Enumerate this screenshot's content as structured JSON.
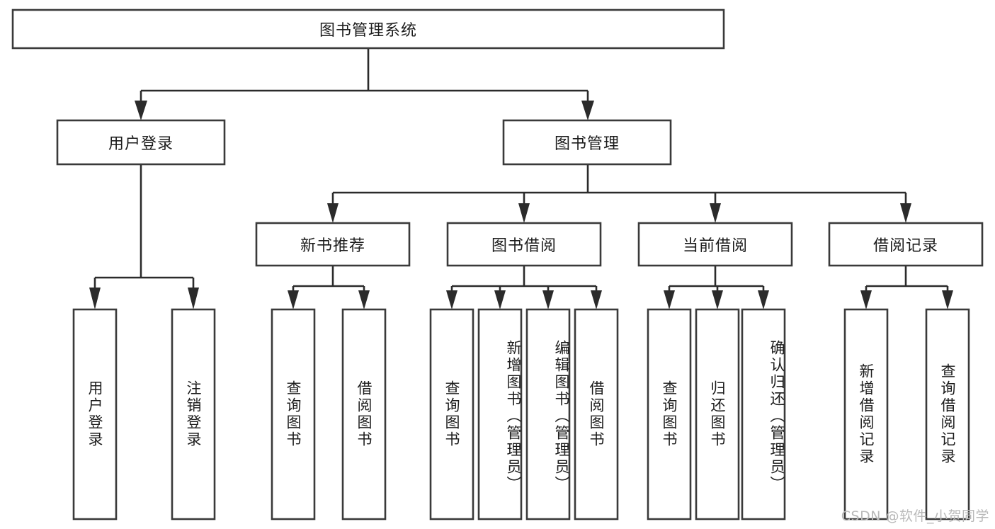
{
  "diagram": {
    "type": "tree-hierarchy",
    "title": "图书管理系统",
    "watermark": "CSDN @软件_小贺同学",
    "colors": {
      "box_stroke": "#3a3a3a",
      "connector": "#2b2b2b",
      "box_fill": "#ffffff",
      "text": "#1c1c1c",
      "watermark": "#b9b9b9",
      "background": "#ffffff"
    },
    "levels": [
      {
        "level": 1,
        "nodes": [
          {
            "id": "root",
            "label": "图书管理系统",
            "orientation": "horizontal"
          }
        ]
      },
      {
        "level": 2,
        "nodes": [
          {
            "id": "login",
            "label": "用户登录",
            "orientation": "horizontal",
            "parent": "root"
          },
          {
            "id": "bookmgmt",
            "label": "图书管理",
            "orientation": "horizontal",
            "parent": "root"
          }
        ]
      },
      {
        "level": 3,
        "nodes": [
          {
            "id": "newbook",
            "label": "新书推荐",
            "orientation": "horizontal",
            "parent": "bookmgmt"
          },
          {
            "id": "borrow",
            "label": "图书借阅",
            "orientation": "horizontal",
            "parent": "bookmgmt"
          },
          {
            "id": "current",
            "label": "当前借阅",
            "orientation": "horizontal",
            "parent": "bookmgmt"
          },
          {
            "id": "records",
            "label": "借阅记录",
            "orientation": "horizontal",
            "parent": "bookmgmt"
          }
        ]
      },
      {
        "level": 4,
        "nodes": [
          {
            "id": "leaf-1",
            "label": "用户登录",
            "orientation": "vertical",
            "parent": "login"
          },
          {
            "id": "leaf-2",
            "label": "注销登录",
            "orientation": "vertical",
            "parent": "login"
          },
          {
            "id": "leaf-3",
            "label": "查询图书",
            "orientation": "vertical",
            "parent": "newbook"
          },
          {
            "id": "leaf-4",
            "label": "借阅图书",
            "orientation": "vertical",
            "parent": "newbook"
          },
          {
            "id": "leaf-5",
            "label": "查询图书",
            "orientation": "vertical",
            "parent": "borrow"
          },
          {
            "id": "leaf-6",
            "label": "新增图书（管理员）",
            "orientation": "vertical",
            "parent": "borrow"
          },
          {
            "id": "leaf-7",
            "label": "编辑图书（管理员）",
            "orientation": "vertical",
            "parent": "borrow"
          },
          {
            "id": "leaf-8",
            "label": "借阅图书",
            "orientation": "vertical",
            "parent": "borrow"
          },
          {
            "id": "leaf-9",
            "label": "查询图书",
            "orientation": "vertical",
            "parent": "current"
          },
          {
            "id": "leaf-10",
            "label": "归还图书",
            "orientation": "vertical",
            "parent": "current"
          },
          {
            "id": "leaf-11",
            "label": "确认归还（管理员）",
            "orientation": "vertical",
            "parent": "current"
          },
          {
            "id": "leaf-12",
            "label": "新增借阅记录",
            "orientation": "vertical",
            "parent": "records"
          },
          {
            "id": "leaf-13",
            "label": "查询借阅记录",
            "orientation": "vertical",
            "parent": "records"
          }
        ]
      }
    ]
  }
}
